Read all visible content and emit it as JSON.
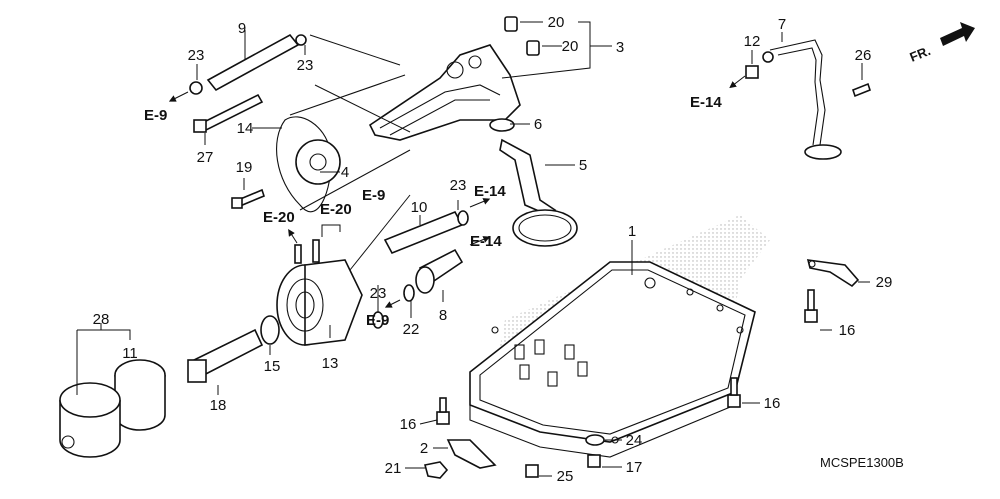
{
  "diagram_code": "MCSPE1300B",
  "direction_label": "FR.",
  "part_numbers": {
    "p1": "1",
    "p2": "2",
    "p3": "3",
    "p4": "4",
    "p5": "5",
    "p6": "6",
    "p7": "7",
    "p8": "8",
    "p9": "9",
    "p10": "10",
    "p11": "11",
    "p12": "12",
    "p13": "13",
    "p14": "14",
    "p15": "15",
    "p16a": "16",
    "p16b": "16",
    "p16c": "16",
    "p17": "17",
    "p18": "18",
    "p19": "19",
    "p20a": "20",
    "p20b": "20",
    "p21": "21",
    "p22": "22",
    "p23a": "23",
    "p23b": "23",
    "p23c": "23",
    "p23d": "23",
    "p24": "24",
    "p25": "25",
    "p26": "26",
    "p27": "27",
    "p28": "28",
    "p29": "29"
  },
  "references": {
    "e9_top": "E-9",
    "e9_mid": "E-9",
    "e9_low": "E-9",
    "e14_top": "E-14",
    "e14_mid": "E-14",
    "e14_low": "E-14",
    "e20_a": "E-20",
    "e20_b": "E-20"
  }
}
